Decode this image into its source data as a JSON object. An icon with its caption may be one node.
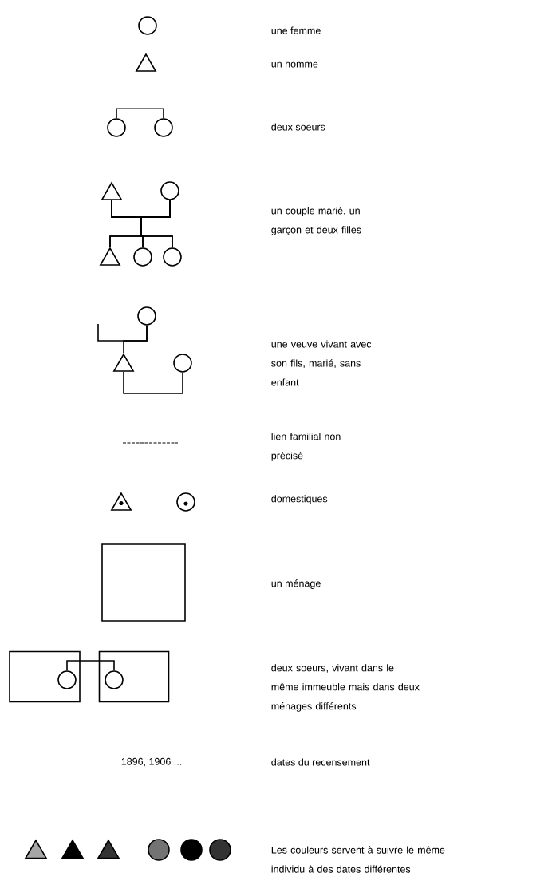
{
  "diagram": {
    "nodes": [
      {
        "text": [],
        "shape": "circle"
      },
      {
        "text": [],
        "shape": "triangle"
      },
      {
        "text": [],
        "shape": "circle"
      },
      {
        "text": [],
        "shape": "circle"
      },
      {
        "text": [],
        "shape": "triangle"
      },
      {
        "text": [],
        "shape": "circle"
      },
      {
        "text": [],
        "shape": "triangle"
      },
      {
        "text": [],
        "shape": "circle"
      },
      {
        "text": [],
        "shape": "circle"
      },
      {
        "text": [],
        "shape": "circle"
      },
      {
        "text": [],
        "shape": "triangle"
      },
      {
        "text": [],
        "shape": "circle"
      },
      {
        "text": [],
        "shape": "triangle"
      },
      {
        "text": [],
        "shape": "circle"
      },
      {
        "text": [],
        "shape": "box"
      },
      {
        "text": [],
        "shape": "box"
      },
      {
        "text": [],
        "shape": "circle",
        "in": 15
      },
      {
        "text": [],
        "shape": "box"
      },
      {
        "text": [],
        "shape": "circle",
        "in": 17
      },
      {
        "text": [],
        "shape": "triangle"
      },
      {
        "text": [],
        "shape": "triangle"
      },
      {
        "text": [],
        "shape": "triangle"
      },
      {
        "text": [],
        "shape": "circle"
      },
      {
        "text": [],
        "shape": "circle"
      },
      {
        "text": [],
        "shape": "circle"
      }
    ],
    "edges": [
      {
        "from": 2,
        "to": 3,
        "arrow": "none"
      },
      {
        "from": 4,
        "to": 5,
        "arrow": "none"
      },
      {
        "from": 4,
        "to": 6,
        "arrow": "none"
      },
      {
        "from": 5,
        "to": 6,
        "arrow": "none"
      },
      {
        "from": 4,
        "to": 7,
        "arrow": "none"
      },
      {
        "from": 5,
        "to": 7,
        "arrow": "none"
      },
      {
        "from": 4,
        "to": 8,
        "arrow": "none"
      },
      {
        "from": 5,
        "to": 8,
        "arrow": "none"
      },
      {
        "from": null,
        "to": 9,
        "arrow": "none"
      },
      {
        "from": 9,
        "to": 10,
        "arrow": "none"
      },
      {
        "from": 10,
        "to": 11,
        "arrow": "none"
      },
      {
        "from": 16,
        "to": 18,
        "arrow": "none"
      }
    ],
    "labels": [
      "une femme",
      "un homme",
      "deux soeurs",
      "un couple marié, un garçon et deux filles",
      "une veuve vivant avec son fils, marié, sans enfant",
      "lien familial non précisé",
      "domestiques",
      "un ménage",
      "deux soeurs, vivant dans le même immeuble mais dans deux ménages différents",
      "1896, 1906 ...",
      "dates du recensement",
      "Les couleurs servent à suivre le même individu à des dates différentes"
    ]
  }
}
